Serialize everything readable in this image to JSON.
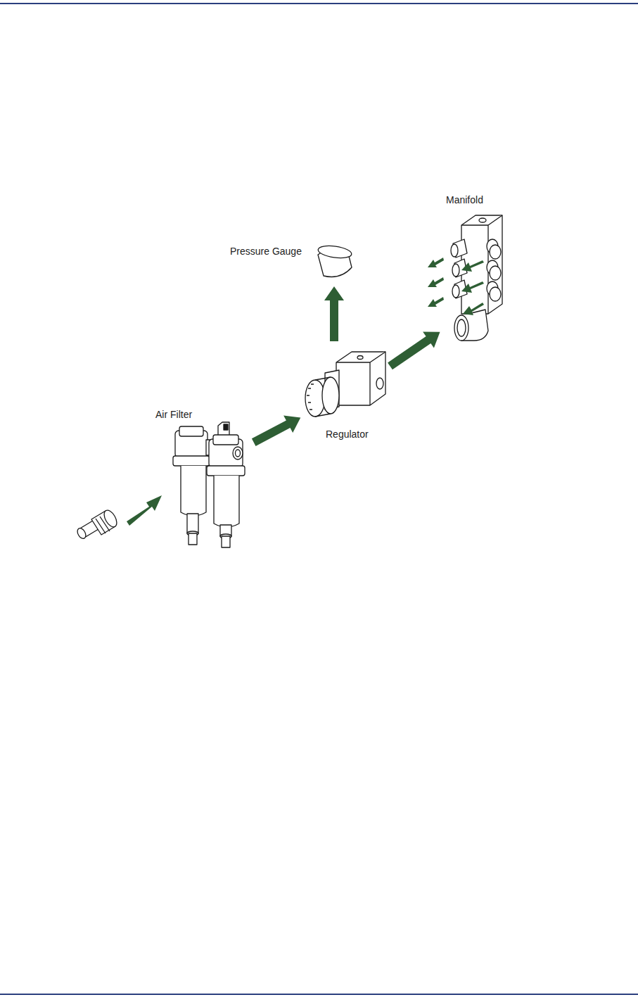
{
  "diagram": {
    "nodes": [
      {
        "text": [
          "Air Filter"
        ]
      },
      {
        "text": [
          "Regulator"
        ]
      },
      {
        "text": [
          "Pressure Gauge"
        ]
      },
      {
        "text": [
          "Manifold"
        ]
      }
    ],
    "edges": [
      {
        "from": 0,
        "to": 1,
        "arrow": "to"
      },
      {
        "from": 1,
        "to": 2,
        "arrow": "to"
      },
      {
        "from": 1,
        "to": 3,
        "arrow": "to"
      }
    ]
  }
}
